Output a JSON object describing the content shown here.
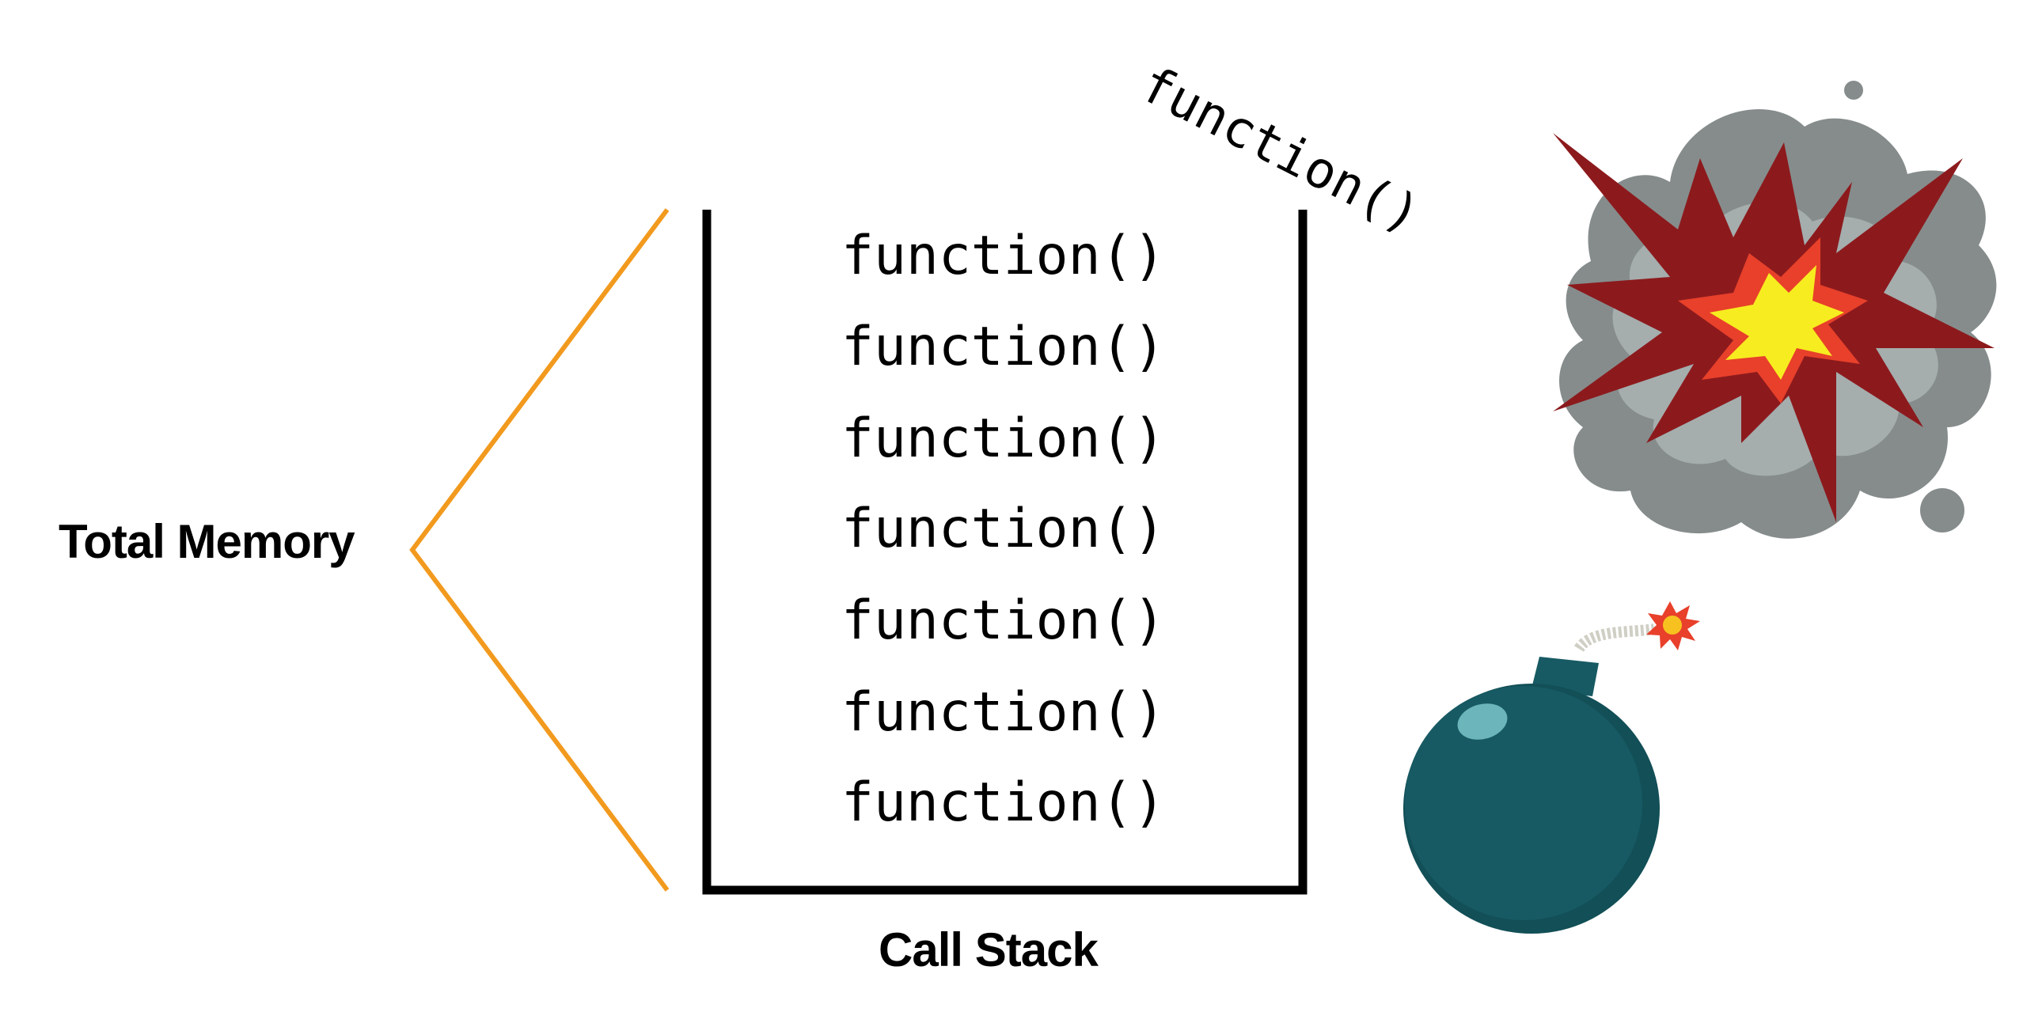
{
  "labels": {
    "total_memory": "Total Memory",
    "call_stack": "Call Stack",
    "overflow_call": "function()"
  },
  "stack_frames": [
    "function()",
    "function()",
    "function()",
    "function()",
    "function()",
    "function()",
    "function()"
  ],
  "colors": {
    "memory_bracket": "#f29a1e",
    "stack_outline": "#000000",
    "smoke_dark": "#868c8c",
    "smoke_light": "#a5adad",
    "blast_dark_red": "#8c1a1d",
    "blast_red": "#e8402a",
    "blast_yellow": "#f7ec1f",
    "bomb_body": "#175a63",
    "bomb_highlight": "#6bb5bb"
  },
  "icons": [
    "explosion-icon",
    "bomb-icon"
  ]
}
